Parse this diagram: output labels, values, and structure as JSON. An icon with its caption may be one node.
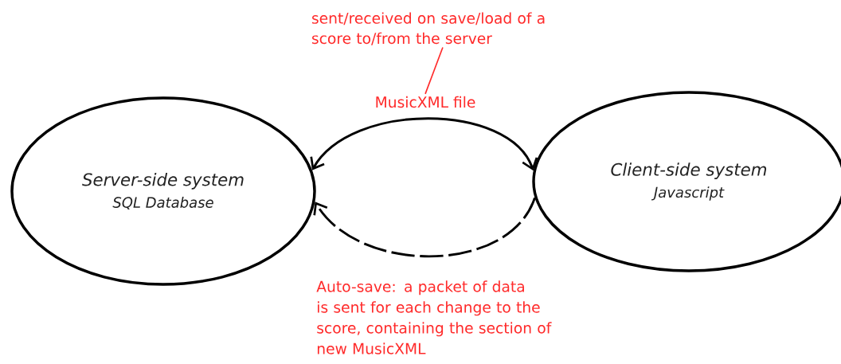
{
  "diagram": {
    "nodes": [
      {
        "text": [
          "Server-side system",
          "SQL Database"
        ]
      },
      {
        "text": [
          "Client-side system",
          "Javascript"
        ]
      },
      {
        "text": [
          "sent/received on save/load of a score to/from the server"
        ]
      },
      {
        "text": [
          "MusicXML file"
        ]
      }
    ],
    "edges": [
      {
        "from": 1,
        "to": 0,
        "arrow": "both"
      },
      {
        "from": 1,
        "to": 0,
        "arrow": "to",
        "style": "dashed"
      },
      {
        "from": 2,
        "to": 3,
        "arrow": "none",
        "color": "#ff2a2a"
      }
    ],
    "labels": [
      "Auto-save: a packet of data is sent for each change to the score, containing the section of new MusicXML"
    ]
  }
}
